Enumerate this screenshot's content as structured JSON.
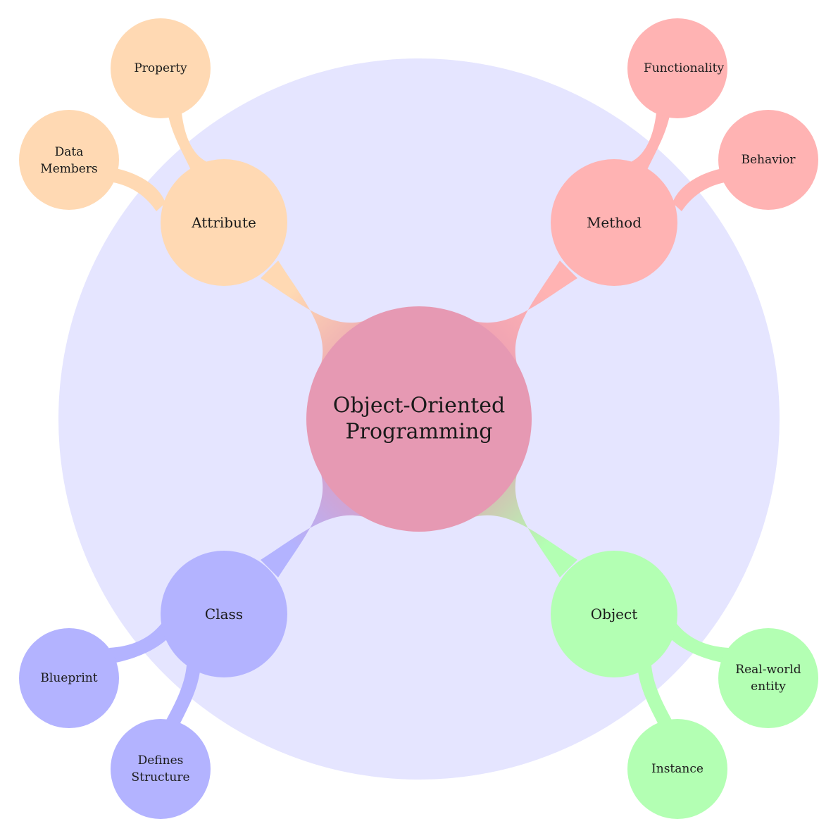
{
  "mindmap": {
    "center": {
      "lines": [
        "Object-Oriented",
        "Programming"
      ],
      "color": "#e699b3"
    },
    "background_color": "#e5e5ff",
    "branches": [
      {
        "id": "attribute",
        "label": "Attribute",
        "color": "#ffd9b3",
        "children": [
          {
            "id": "property",
            "lines": [
              "Property"
            ]
          },
          {
            "id": "data-members",
            "lines": [
              "Data",
              "Members"
            ]
          }
        ]
      },
      {
        "id": "method",
        "label": "Method",
        "color": "#ffb3b3",
        "children": [
          {
            "id": "functionality",
            "lines": [
              "Functionality"
            ]
          },
          {
            "id": "behavior",
            "lines": [
              "Behavior"
            ]
          }
        ]
      },
      {
        "id": "class",
        "label": "Class",
        "color": "#b3b3ff",
        "children": [
          {
            "id": "blueprint",
            "lines": [
              "Blueprint"
            ]
          },
          {
            "id": "defines-structure",
            "lines": [
              "Defines",
              "Structure"
            ]
          }
        ]
      },
      {
        "id": "object",
        "label": "Object",
        "color": "#b3ffb3",
        "children": [
          {
            "id": "real-world-entity",
            "lines": [
              "Real-world",
              "entity"
            ]
          },
          {
            "id": "instance",
            "lines": [
              "Instance"
            ]
          }
        ]
      }
    ]
  }
}
